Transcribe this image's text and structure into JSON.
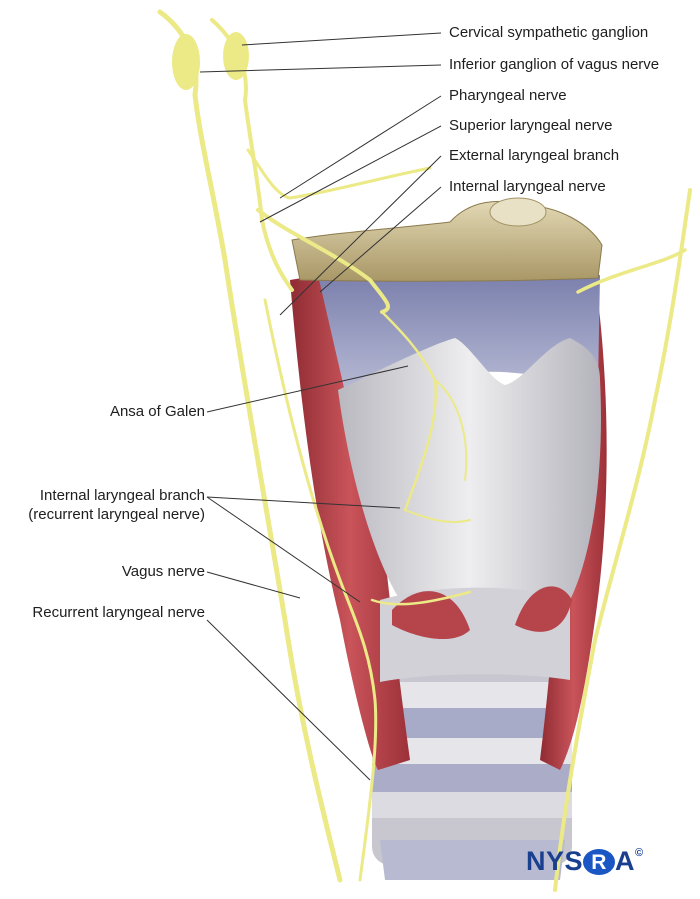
{
  "labels": {
    "cervical_sympathetic_ganglion": "Cervical sympathetic ganglion",
    "inferior_ganglion_vagus": "Inferior ganglion of vagus nerve",
    "pharyngeal_nerve": "Pharyngeal nerve",
    "superior_laryngeal_nerve": "Superior laryngeal nerve",
    "external_laryngeal_branch": "External laryngeal branch",
    "internal_laryngeal_nerve": "Internal laryngeal nerve",
    "ansa_of_galen": "Ansa of Galen",
    "internal_laryngeal_branch_line1": "Internal laryngeal branch",
    "internal_laryngeal_branch_line2": "(recurrent laryngeal nerve)",
    "vagus_nerve": "Vagus nerve",
    "recurrent_laryngeal_nerve": "Recurrent laryngeal nerve"
  },
  "logo": {
    "text_left": "NYS",
    "text_ring": "R",
    "text_right": "A",
    "copyright": "©"
  },
  "colors": {
    "nerve": "#ece987",
    "muscle": "#b8434a",
    "cartilage": "#d9d8db",
    "ligament": "#8f95bd",
    "bone_top": "#cdbf95",
    "brand": "#1a3f8f"
  }
}
